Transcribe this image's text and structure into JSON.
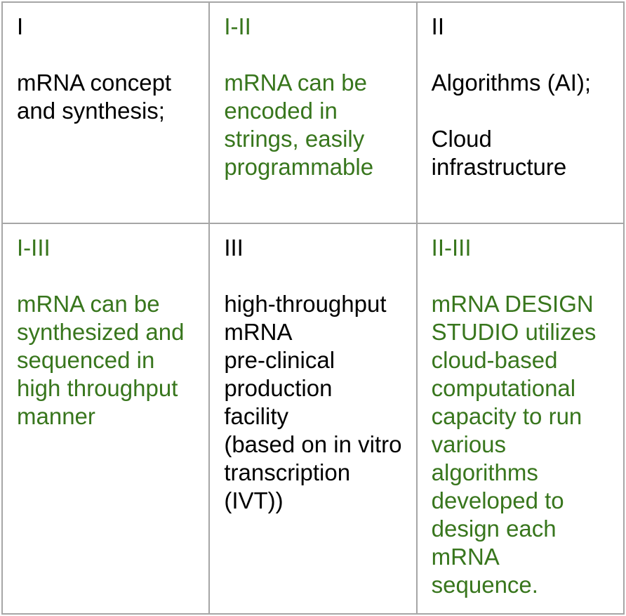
{
  "colors": {
    "text_black": "#000000",
    "text_green": "#38761d",
    "border_gray": "#a6a6a6",
    "background": "#ffffff"
  },
  "table": {
    "rows": [
      [
        {
          "label": "I",
          "body": "mRNA concept\nand synthesis;",
          "ink": "black"
        },
        {
          "label": "I-II",
          "body": "mRNA can be\nencoded in\nstrings, easily\nprogrammable",
          "ink": "green"
        },
        {
          "label": "II",
          "body": "Algorithms (AI);\n\nCloud\ninfrastructure",
          "ink": "black"
        }
      ],
      [
        {
          "label": "I-III",
          "body": "mRNA can be\nsynthesized and\nsequenced in\nhigh throughput\nmanner",
          "ink": "green"
        },
        {
          "label": "III",
          "body": "high-throughput\nmRNA\npre-clinical\nproduction facility\n(based on in vitro\ntranscription\n(IVT))",
          "ink": "black"
        },
        {
          "label": "II-III",
          "body": "mRNA DESIGN\nSTUDIO utilizes\ncloud-based\ncomputational\ncapacity to run\nvarious\nalgorithms\ndeveloped to\ndesign each\nmRNA\nsequence.",
          "ink": "green"
        }
      ]
    ]
  }
}
